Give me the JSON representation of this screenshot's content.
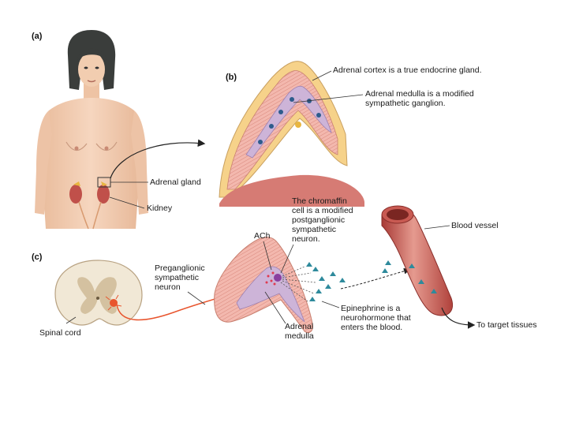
{
  "panels": {
    "a": "(a)",
    "b": "(b)",
    "c": "(c)"
  },
  "labels": {
    "adrenal_gland": "Adrenal gland",
    "kidney": "Kidney",
    "adrenal_cortex": "Adrenal cortex is a true endocrine gland.",
    "adrenal_medulla_b": "Adrenal medulla is a modified\nsympathetic ganglion.",
    "chromaffin": "The chromaffin\ncell is a modified\npostganglionic\nsympathetic\nneuron.",
    "blood_vessel": "Blood vessel",
    "ach": "ACh",
    "preganglionic": "Preganglionic\nsympathetic\nneuron",
    "spinal_cord": "Spinal cord",
    "adrenal_medulla_c": "Adrenal\nmedulla",
    "epinephrine": "Epinephrine is a\nneurohormone that\nenters the blood.",
    "target": "To target tissues"
  },
  "colors": {
    "skin": "#f2cdb0",
    "hair": "#3a3d3b",
    "cortex": "#f2b2a8",
    "medulla": "#cdb4d8",
    "neuron": "#e8552e",
    "vessel": "#c8564e",
    "epinephrine": "#2e8a9c"
  }
}
